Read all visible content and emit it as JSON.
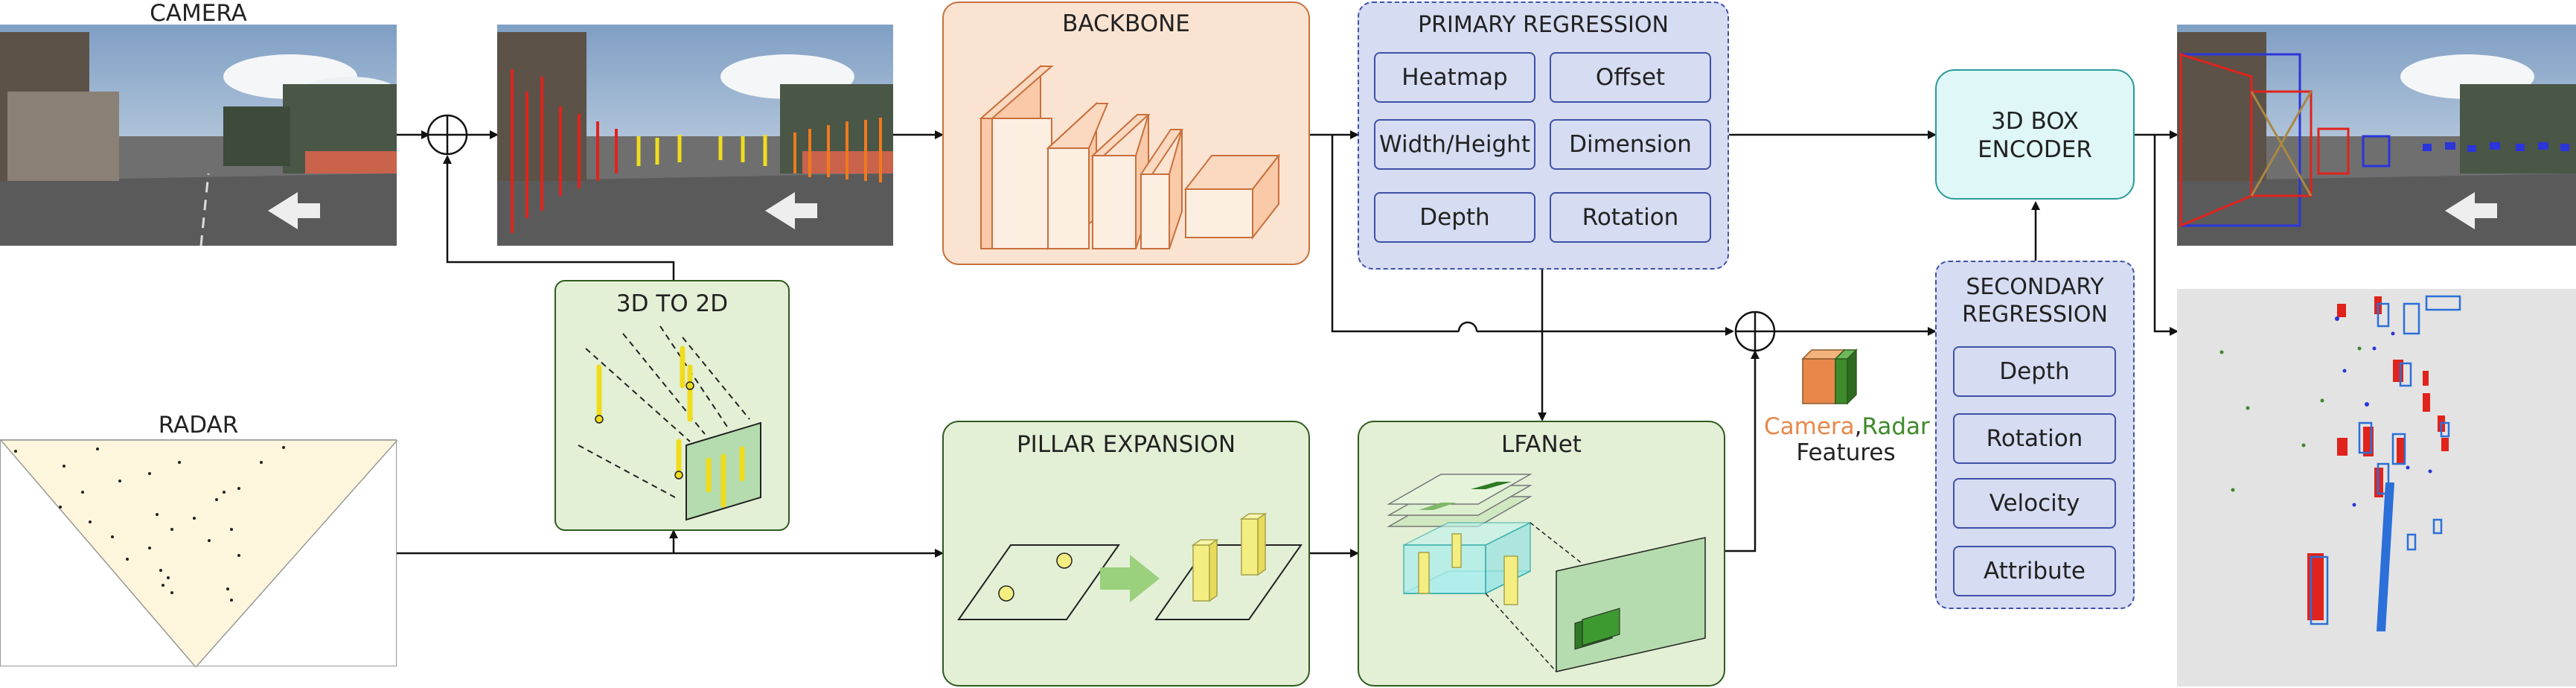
{
  "labels": {
    "camera": "CAMERA",
    "radar": "RADAR",
    "backbone": "BACKBONE",
    "primary_regression": "PRIMARY REGRESSION",
    "three_d_to_two_d": "3D TO 2D",
    "pillar_expansion": "PILLAR EXPANSION",
    "lfanet": "LFANet",
    "box_encoder_line1": "3D BOX",
    "box_encoder_line2": "ENCODER",
    "secondary_regression_line1": "SECONDARY",
    "secondary_regression_line2": "REGRESSION",
    "features_camera": "Camera",
    "features_sep": ",",
    "features_radar": "Radar",
    "features_word": "Features"
  },
  "primary_items": [
    "Heatmap",
    "Offset",
    "Width/Height",
    "Dimension",
    "Depth",
    "Rotation"
  ],
  "secondary_items": [
    "Depth",
    "Rotation",
    "Velocity",
    "Attribute"
  ],
  "icons": {
    "sum_node": "circle-plus",
    "arrow": "arrowhead"
  },
  "colors": {
    "backbone_fill": "#fbe3d2",
    "backbone_border": "#c8703c",
    "regression_fill": "#d6dcf2",
    "regression_border": "#3f51a8",
    "green_fill": "#e3f0d6",
    "green_border": "#2f5a1e",
    "encoder_fill": "#dff7f6",
    "encoder_border": "#2a9a9a",
    "radar_fill": "#fdf6dc",
    "camera_feature": "#e8874a",
    "radar_feature": "#3d8a2a"
  }
}
